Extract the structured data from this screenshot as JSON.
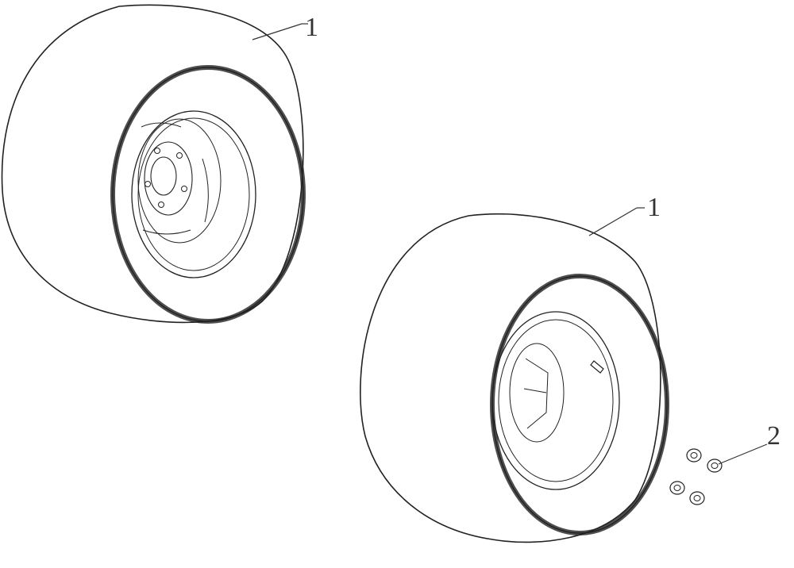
{
  "diagram": {
    "callouts": [
      {
        "id": "callout-1-upper",
        "label": "1"
      },
      {
        "id": "callout-1-lower",
        "label": "1"
      },
      {
        "id": "callout-2",
        "label": "2"
      }
    ],
    "parts": [
      {
        "name": "wheel-assembly-rear-left",
        "callout": "1"
      },
      {
        "name": "wheel-assembly-front-right",
        "callout": "1"
      },
      {
        "name": "lug-nuts",
        "callout": "2",
        "count": 4
      }
    ],
    "colors": {
      "ink": "#222222",
      "callout": "#333333",
      "background": "#ffffff"
    }
  }
}
